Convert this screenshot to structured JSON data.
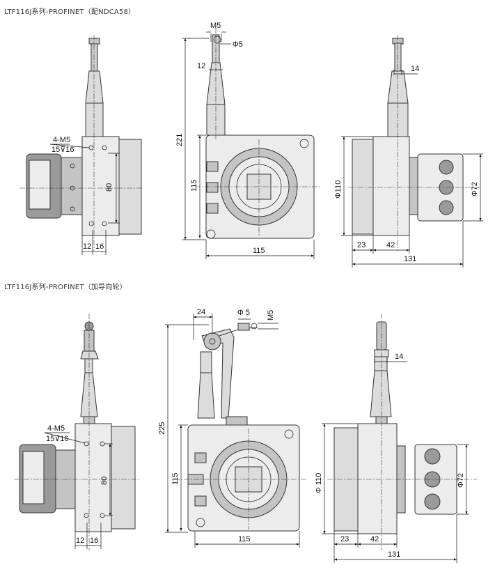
{
  "titles": {
    "top": "LTF116J系列-PROFINET（配NDCA58）",
    "bottom": "LTF116J系列-PROFINET（加导向轮）"
  },
  "top_view": {
    "side": {
      "hole_callout": "4-M5",
      "thread_callout": "15⊽16",
      "dim_80": "80",
      "dim_12": "12",
      "dim_16": "16"
    },
    "front": {
      "dim_m5": "M5",
      "dim_phi5": "Φ5",
      "dim_12": "12",
      "dim_221": "221",
      "dim_115_v": "115",
      "dim_115_h": "115"
    },
    "back": {
      "dim_14": "14",
      "dim_phi110": "Φ110",
      "dim_phi72": "Φ72",
      "dim_23": "23",
      "dim_42": "42",
      "dim_131": "131"
    }
  },
  "bottom_view": {
    "side": {
      "hole_callout": "4-M5",
      "thread_callout": "15⊽16",
      "dim_80": "80",
      "dim_12": "12",
      "dim_16": "16"
    },
    "front": {
      "dim_24": "24",
      "dim_phi5": "Φ 5",
      "dim_m5": "M5",
      "dim_225": "225",
      "dim_115_v": "115",
      "dim_115_h": "115"
    },
    "back": {
      "dim_14": "14",
      "dim_phi110": "Φ 110",
      "dim_phi72": "Φ72",
      "dim_23": "23",
      "dim_42": "42",
      "dim_131": "131"
    }
  },
  "colors": {
    "body": "#dcdcdc",
    "dark": "#9a9a9a",
    "line": "#333333"
  }
}
